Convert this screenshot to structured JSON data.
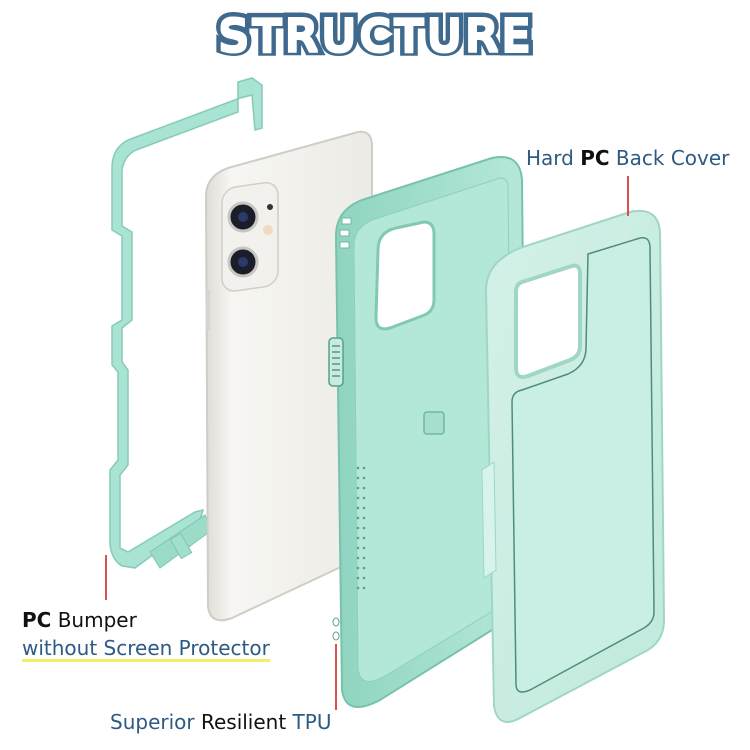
{
  "title": "STRUCTURE",
  "colors": {
    "title_outline": "#3f6a8e",
    "title_fill": "#ffffff",
    "label_blue": "#2d5a84",
    "label_black": "#111111",
    "leader_line": "#d9534a",
    "highlight": "#f3ef6a",
    "case_mint": "#a9e3d3",
    "case_mint_dark": "#7fc9b4",
    "back_cover": "#cbeee4",
    "phone_body": "#f4f3ef"
  },
  "callouts": {
    "back_cover": {
      "part1": "Hard ",
      "part2": "PC",
      "part3": " Back Cover"
    },
    "bumper": {
      "line1_part1": "PC",
      "line1_part2": " Bumper",
      "line2": "without Screen Protector"
    },
    "tpu": {
      "part1": "Superior ",
      "part2": "Resilient",
      "part3": " TPU"
    }
  },
  "components": [
    {
      "name": "PC bumper frame",
      "position": "left"
    },
    {
      "name": "Phone (white, dual camera)",
      "position": "center-left"
    },
    {
      "name": "TPU inner case",
      "position": "center-right"
    },
    {
      "name": "Hard PC back cover",
      "position": "right"
    }
  ]
}
